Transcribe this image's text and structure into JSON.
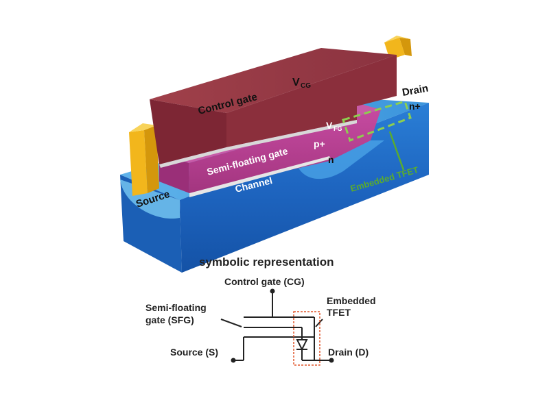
{
  "device": {
    "control_gate": "Control gate",
    "v_cg_main": "V",
    "v_cg_sub": "CG",
    "semi_floating_gate": "Semi-floating gate",
    "v_fg_main": "V",
    "v_fg_sub": "FG",
    "p_plus": "p+",
    "n_region": "n",
    "n_plus": "n+",
    "drain": "Drain",
    "source": "Source",
    "channel": "Channel",
    "embedded_tfet": "Embedded TFET"
  },
  "symbolic": {
    "title": "symbolic representation",
    "control_gate": "Control gate (CG)",
    "sfg_line1": "Semi-floating",
    "sfg_line2": "gate (SFG)",
    "tfet_line1": "Embedded",
    "tfet_line2": "TFET",
    "source": "Source (S)",
    "drain": "Drain (D)"
  },
  "colors": {
    "control_gate_front": "#8b2f3c",
    "semi_floating_gate": "#b33d8f",
    "substrate": "#1e6fc4",
    "contact": "#f2b61c",
    "tfet_highlight": "#6fbf3f",
    "tfet_box": "#e0552a"
  }
}
